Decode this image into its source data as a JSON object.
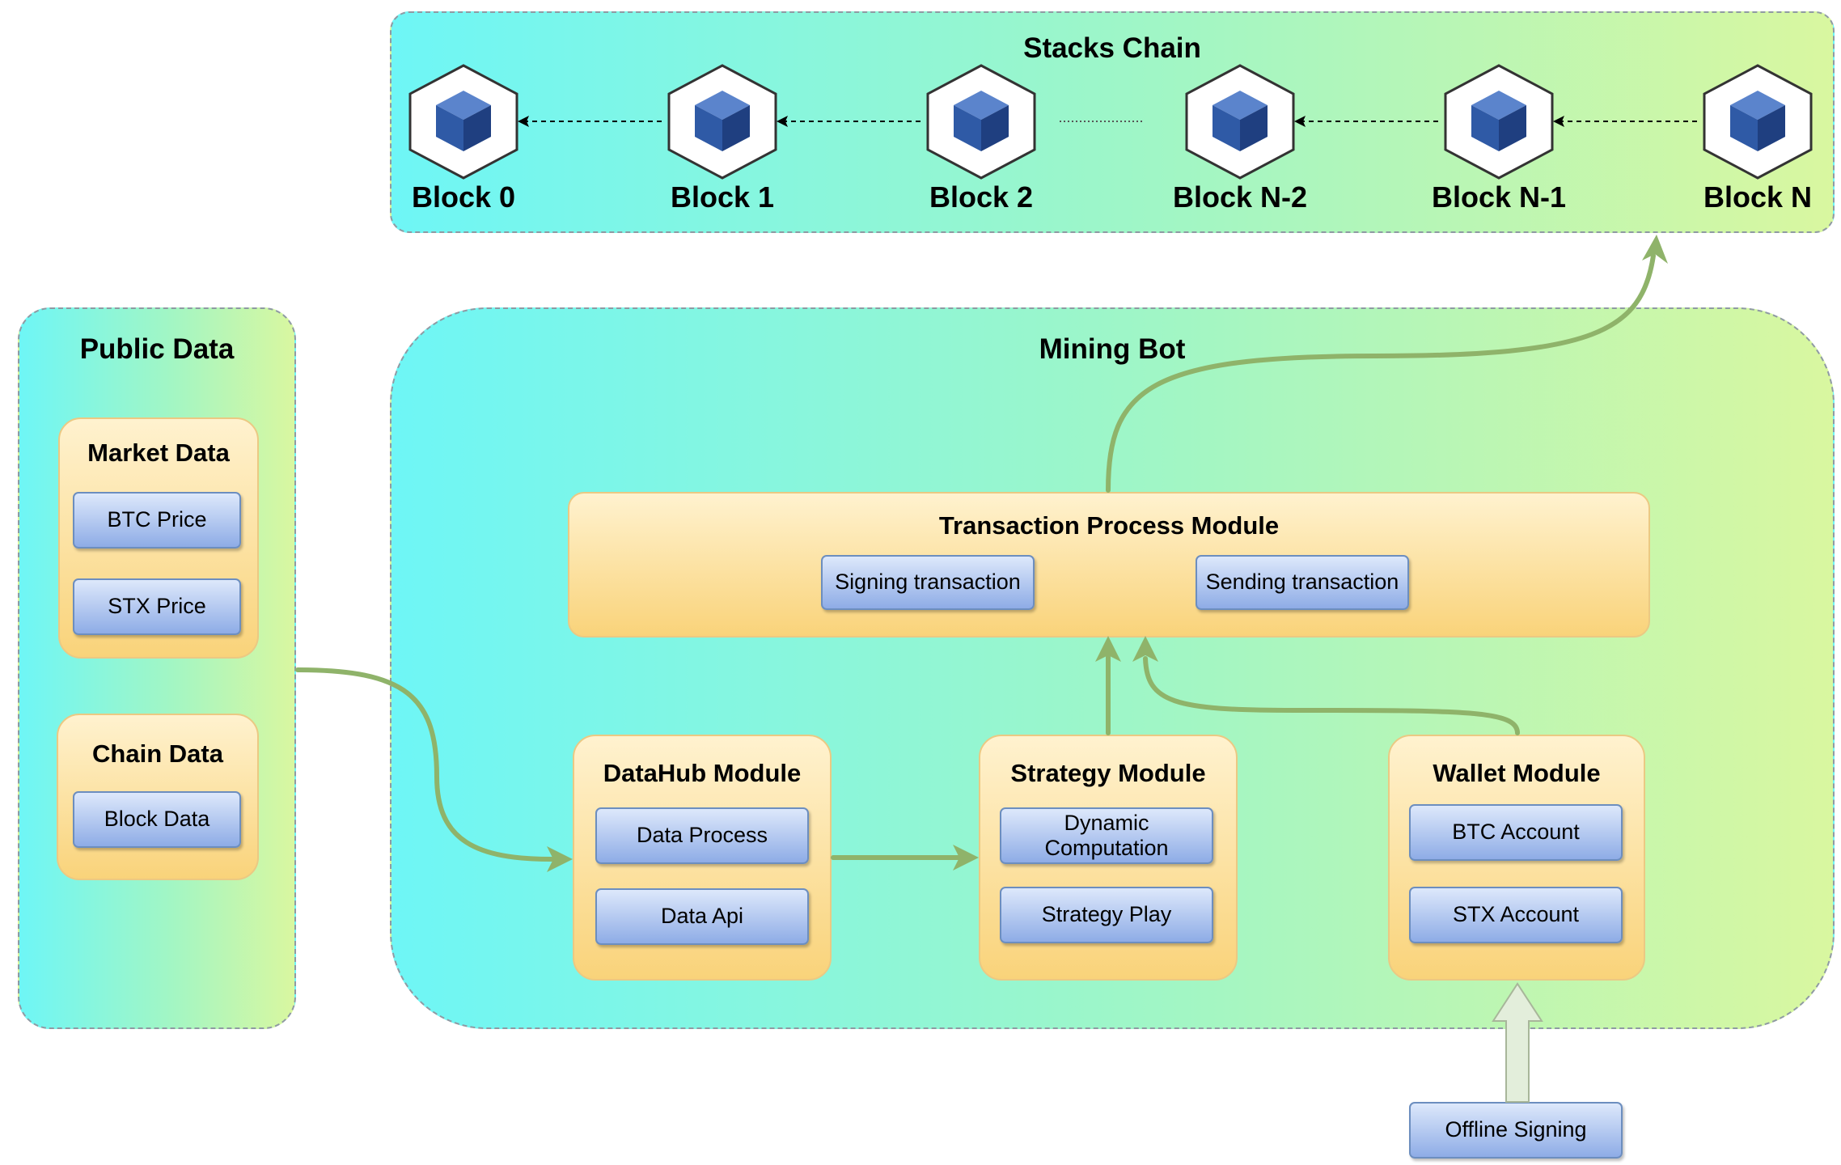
{
  "stacks_chain": {
    "title": "Stacks Chain",
    "blocks": [
      "Block 0",
      "Block 1",
      "Block 2",
      "Block N-2",
      "Block N-1",
      "Block N"
    ]
  },
  "public_data": {
    "title": "Public Data",
    "market": {
      "title": "Market Data",
      "items": [
        "BTC Price",
        "STX Price"
      ]
    },
    "chain": {
      "title": "Chain Data",
      "items": [
        "Block Data"
      ]
    }
  },
  "mining_bot": {
    "title": "Mining Bot",
    "transaction": {
      "title": "Transaction Process Module",
      "items": [
        "Signing transaction",
        "Sending transaction"
      ]
    },
    "datahub": {
      "title": "DataHub Module",
      "items": [
        "Data Process",
        "Data Api"
      ]
    },
    "strategy": {
      "title": "Strategy Module",
      "items": [
        "Dynamic\nComputation",
        "Strategy Play"
      ]
    },
    "wallet": {
      "title": "Wallet Module",
      "items": [
        "BTC Account",
        "STX Account"
      ]
    }
  },
  "offline_signing": "Offline Signing",
  "colors": {
    "container_gradient": [
      "#6ef6f6",
      "#a2f6c4",
      "#d9f7a0"
    ],
    "module_fill": [
      "#fff2cf",
      "#f9d37a"
    ],
    "chip_fill": [
      "#dde8fb",
      "#8eace6"
    ],
    "flow_arrow": "#8fb36a",
    "block_cube": "#2f5aa6"
  }
}
